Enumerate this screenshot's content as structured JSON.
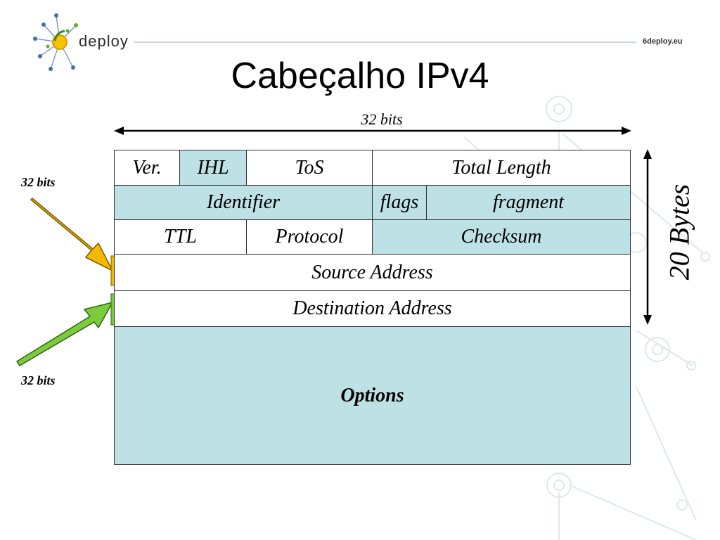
{
  "header": {
    "logo_text": "deploy",
    "site": "6deploy.eu",
    "title": "Cabeçalho IPv4"
  },
  "width_label": "32 bits",
  "side_labels": {
    "upper": "32 bits",
    "lower": "32 bits"
  },
  "length_label": "20 Bytes",
  "colors": {
    "field_fill": "#bde1e5",
    "border": "#303030",
    "arrow_upper": "#f5b800",
    "arrow_lower": "#7ccb3c"
  },
  "rows": [
    [
      {
        "label": "Ver.",
        "shaded": false
      },
      {
        "label": "IHL",
        "shaded": true
      },
      {
        "label": "ToS",
        "shaded": false
      },
      {
        "label": "Total Length",
        "shaded": false
      }
    ],
    [
      {
        "label": "Identifier",
        "shaded": true
      },
      {
        "label": "flags",
        "shaded": true
      },
      {
        "label": "fragment",
        "shaded": true
      }
    ],
    [
      {
        "label": "TTL",
        "shaded": false
      },
      {
        "label": "Protocol",
        "shaded": false
      },
      {
        "label": "Checksum",
        "shaded": true
      }
    ],
    [
      {
        "label": "Source Address",
        "shaded": false
      }
    ],
    [
      {
        "label": "Destination Address",
        "shaded": false
      }
    ],
    [
      {
        "label": "Options",
        "shaded": true
      }
    ]
  ]
}
